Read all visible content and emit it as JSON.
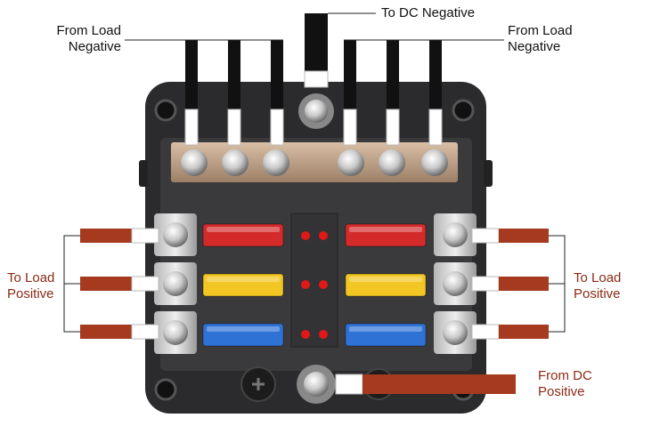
{
  "labels": {
    "to_dc_negative": "To DC Negative",
    "from_load_negative_left": [
      "From Load",
      "Negative"
    ],
    "from_load_negative_right": [
      "From Load",
      "Negative"
    ],
    "to_load_positive_left": [
      "To Load",
      "Positive"
    ],
    "to_load_positive_right": [
      "To Load",
      "Positive"
    ],
    "from_dc_positive": [
      "From DC",
      "Positive"
    ]
  },
  "fuses": [
    {
      "row": 1,
      "color_name": "red",
      "color": "#d42a2a"
    },
    {
      "row": 2,
      "color_name": "yellow",
      "color": "#f2c623"
    },
    {
      "row": 3,
      "color_name": "blue",
      "color": "#2f72d6"
    }
  ],
  "colors": {
    "positive_wire": "#a63a1e",
    "negative_wire": "#111111",
    "positive_text": "#8b2a14",
    "block_body": "#2b2b2d",
    "bus_bar": "#c8a98c",
    "led": "#e01818"
  }
}
